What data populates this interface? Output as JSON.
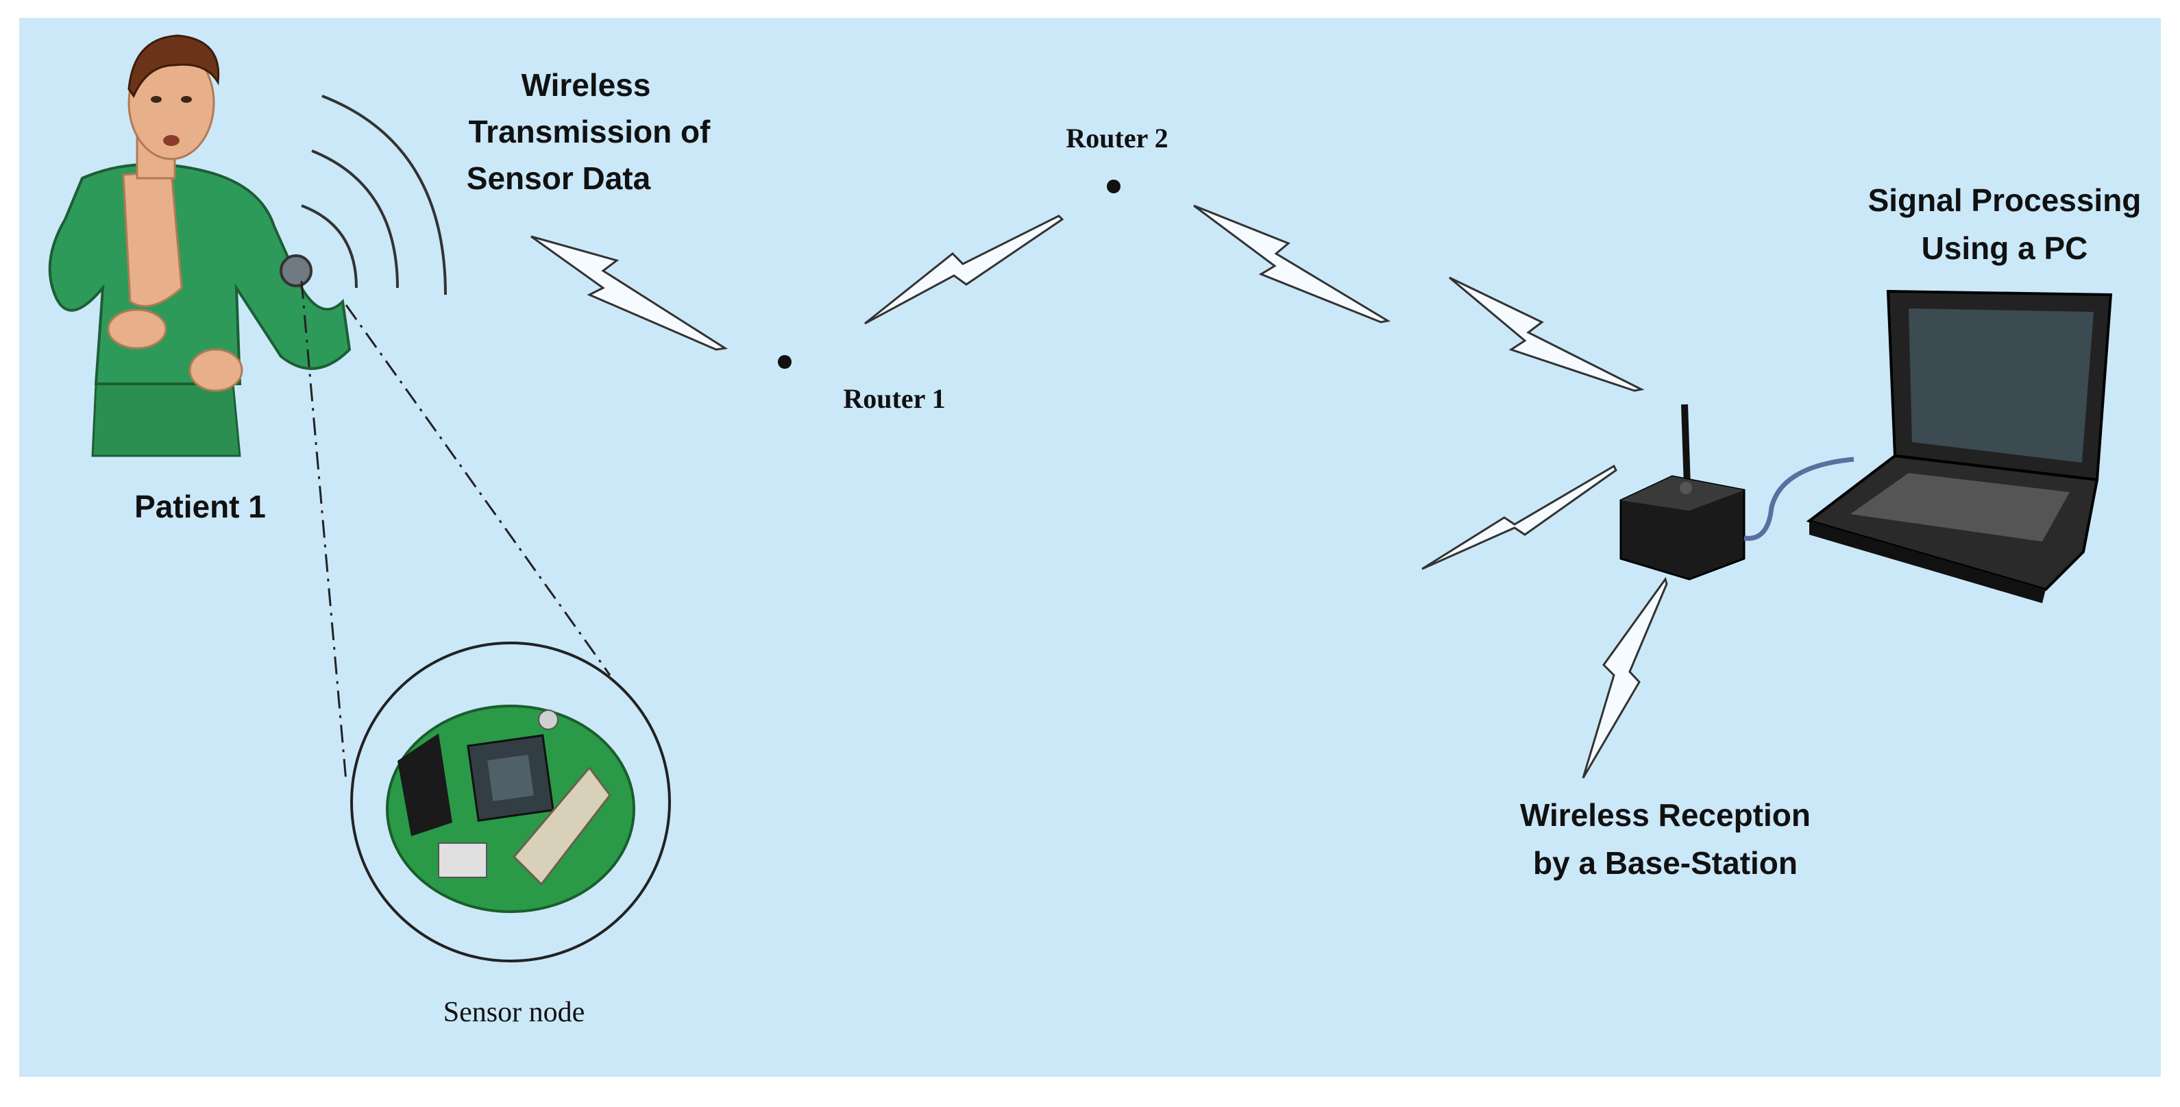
{
  "diagram": {
    "labels": {
      "patient": "Patient 1",
      "transmission_line1": "Wireless",
      "transmission_line2": "Transmission of",
      "transmission_line3": "Sensor Data",
      "router1": "Router 1",
      "router2": "Router 2",
      "processing_line1": "Signal Processing",
      "processing_line2": "Using a PC",
      "reception_line1": "Wireless Reception",
      "reception_line2": "by a Base-Station",
      "sensor_node": "Sensor node"
    },
    "colors": {
      "background": "#cbe8f8",
      "patient_shirt": "#2e9a5a",
      "skin": "#e8b08a",
      "sensor_board": "#2a9a48",
      "base_station": "#1a1a1a",
      "laptop": "#222222"
    },
    "icons": [
      "patient-figure",
      "sensor-node-board",
      "base-station-icon",
      "laptop-icon",
      "wireless-link-icon"
    ]
  }
}
